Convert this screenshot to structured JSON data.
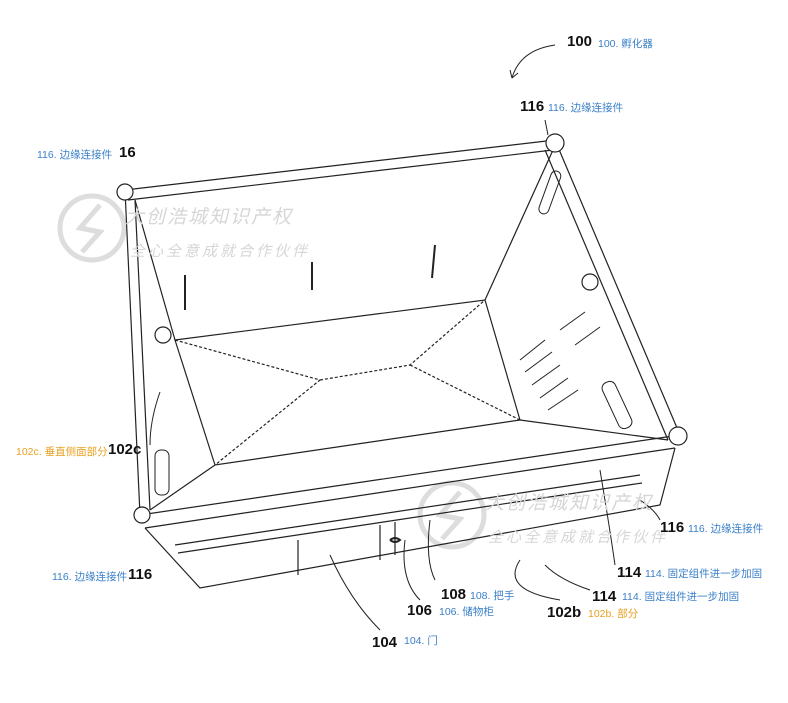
{
  "labels": {
    "l100": {
      "num": "100",
      "text": "100. 孵化器"
    },
    "l116_top_right": {
      "num": "116",
      "text": "116. 边缘连接件"
    },
    "l116_top_left": {
      "num": "16",
      "text": "116. 边缘连接件"
    },
    "l102c": {
      "num": "102c",
      "text": "102c. 垂直侧面部分"
    },
    "l116_right": {
      "num": "116",
      "text": "116. 边缘连接件"
    },
    "l116_bottom_left": {
      "num": "116",
      "text": "116. 边缘连接件"
    },
    "l114_a": {
      "num": "114",
      "text": "114. 固定组件进一步加固"
    },
    "l108": {
      "num": "108",
      "text": "108. 把手"
    },
    "l106": {
      "num": "106",
      "text": "106. 储物柜"
    },
    "l114_b": {
      "num": "114",
      "text": "114. 固定组件进一步加固"
    },
    "l102b": {
      "num": "102b",
      "text": "102b. 部分"
    },
    "l104": {
      "num": "104",
      "text": "104. 门"
    }
  },
  "watermark": {
    "line1": "大创浩城知识产权",
    "line2": "全心全意成就合作伙伴"
  },
  "colors": {
    "annotation": "#3a7fc8",
    "annotation_highlight": "#e8a020",
    "line": "#222222",
    "watermark": "#d6d6d6"
  }
}
